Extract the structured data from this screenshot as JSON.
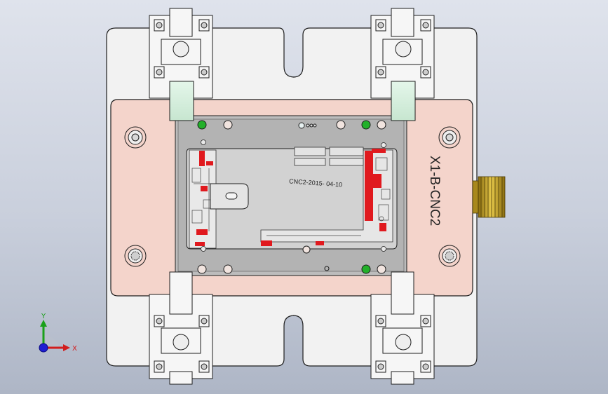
{
  "viewport": {
    "background_top": "#dfe3ec",
    "background_bottom": "#aeb6c6"
  },
  "fixture": {
    "plate_label": "X1-B-CNC2",
    "part_marking": "CNC2-2015- 04-10",
    "colors": {
      "base_plate": "#f2f2f2",
      "top_plate": "#f4d4cb",
      "pocket": "#b3b3b3",
      "part_plate": "#d2d2d2",
      "highlight_red": "#e0191e",
      "pad_green": "#d4eedc",
      "connector_gold": "#c8a52a",
      "outline": "#1e1e1e"
    }
  },
  "triad": {
    "x_label": "X",
    "y_label": "Y",
    "x_icon": "axis-x-arrow",
    "y_icon": "axis-y-arrow",
    "z_icon": "axis-z-dot",
    "x_color": "#d21e1e",
    "y_color": "#1aa01a",
    "z_color": "#1e1ed2"
  }
}
